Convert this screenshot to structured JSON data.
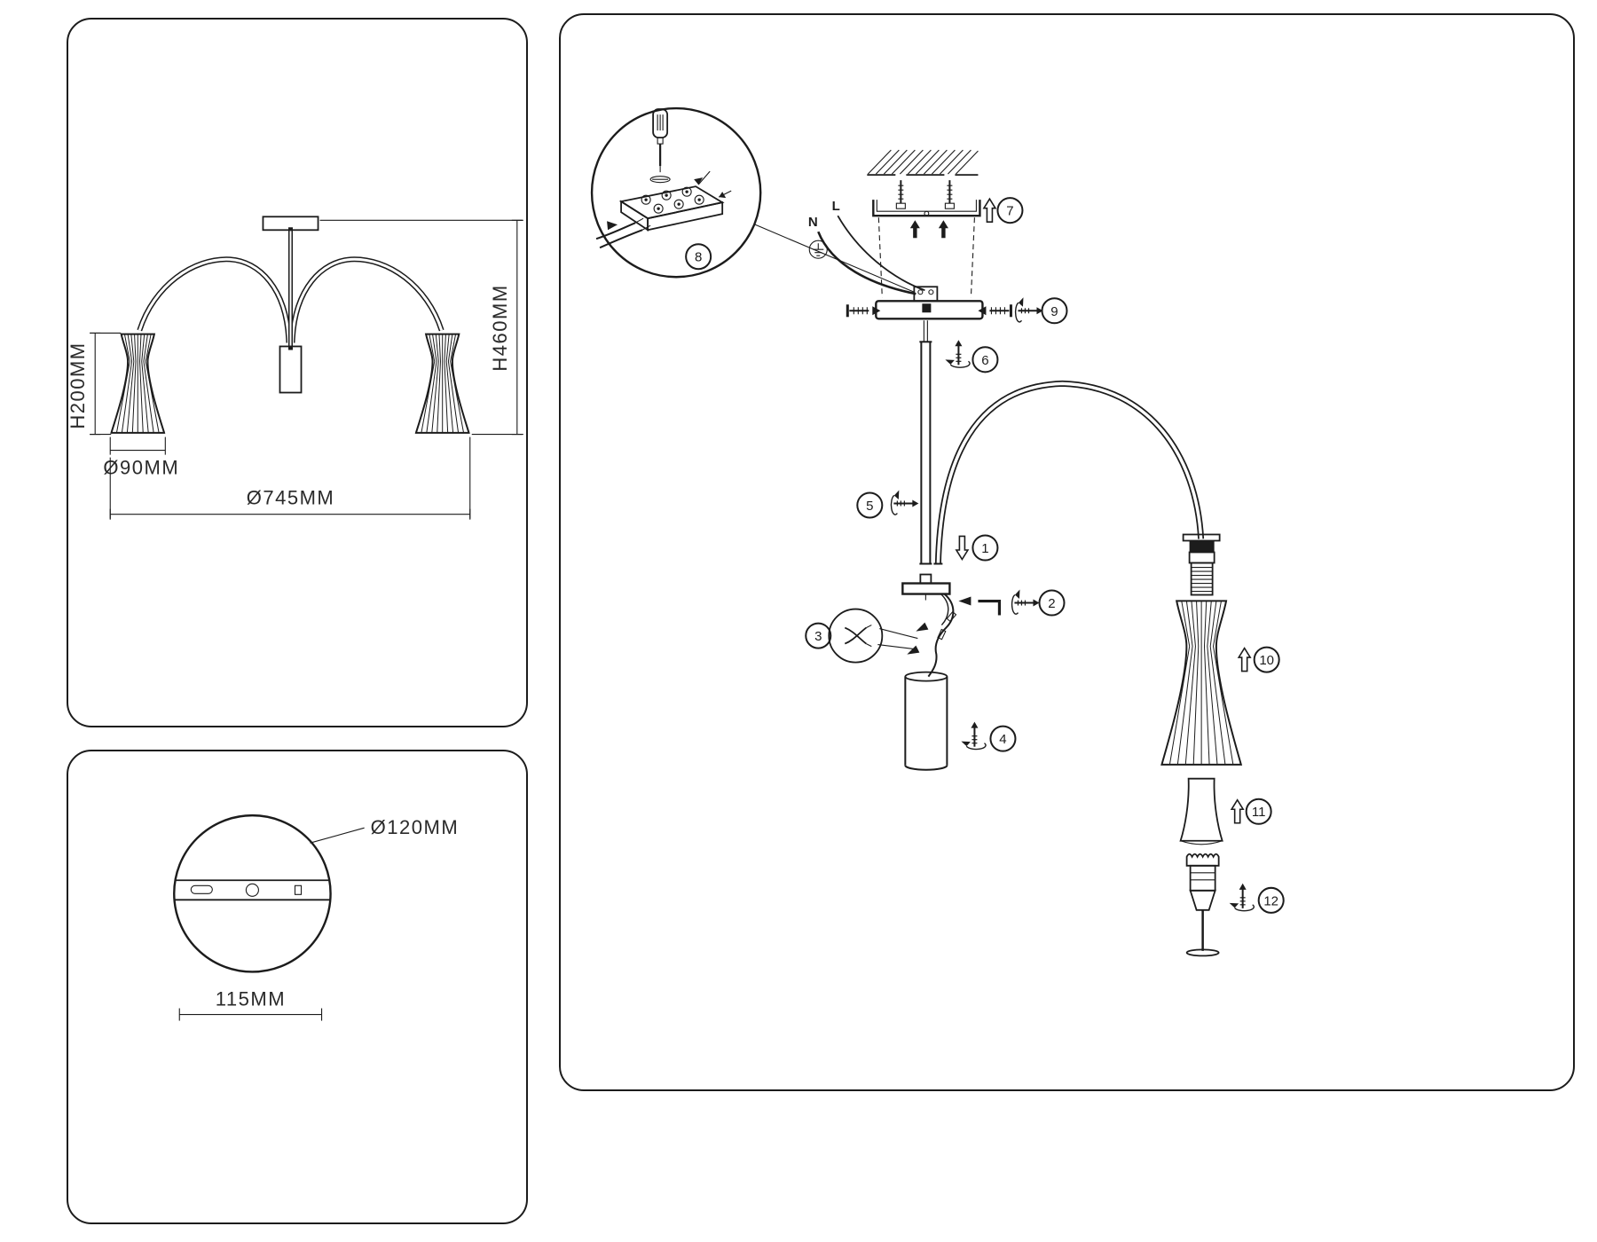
{
  "ink_color": "#1c1c1c",
  "lamp_dimensions": {
    "shade_height": "H200MM",
    "shade_diameter": "Ø90MM",
    "fixture_diameter": "Ø745MM",
    "fixture_height": "H460MM"
  },
  "base_dimensions": {
    "canopy_diameter": "Ø120MM",
    "mount_width": "115MM"
  },
  "assembly": {
    "wire_neutral": "N",
    "wire_live": "L",
    "steps": {
      "s1": "1",
      "s2": "2",
      "s3": "3",
      "s4": "4",
      "s5": "5",
      "s6": "6",
      "s7": "7",
      "s8": "8",
      "s9": "9",
      "s10": "10",
      "s11": "11",
      "s12": "12"
    }
  }
}
